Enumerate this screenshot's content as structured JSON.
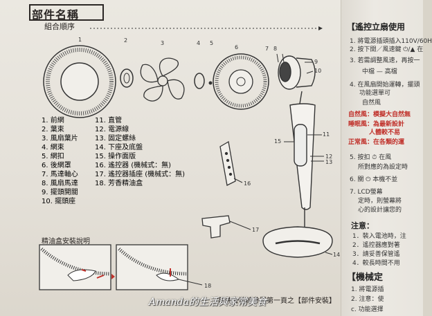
{
  "left": {
    "title": "部件名稱",
    "subtitle": "組合順序",
    "diagram_numbers": [
      "1",
      "2",
      "3",
      "4",
      "5",
      "6",
      "7",
      "8",
      "9",
      "10",
      "11",
      "12",
      "13",
      "14",
      "15",
      "16",
      "17",
      "18"
    ],
    "parts_col1": [
      "1. 前網",
      "2. 葉束",
      "3. 風扇葉片",
      "4. 網束",
      "5. 網扣",
      "6. 後網罩",
      "7. 馬達軸心",
      "8. 風扇馬達",
      "9. 擺頭開關",
      "10. 擺頭座"
    ],
    "parts_col2": [
      "11. 直管",
      "12. 電源線",
      "13. 固定螺絲",
      "14. 下座及底盤",
      "15. 操作面版",
      "16. 遙控器 (機械式：無)",
      "17. 遙控器插座 (機械式：無)",
      "18. 芳香精油盒"
    ],
    "oil_box_caption": "精油盒安裝說明",
    "footer": "部件安裝請參照第一頁之【部件安裝】",
    "watermark": "Amanda的生活與家常美食"
  },
  "right": {
    "title": "【遙控立扇使用",
    "lines": [
      "1. 將電源插頭插入110V/60H",
      "2. 按下開／風速鍵 ⏻/▲ 在",
      "3. 若需調整風速，再按一",
      "中檔 — 高檔",
      "4. 在風扇開始運轉，擺頭",
      "功能選單可",
      "自然風",
      "自然風：模擬大自然無",
      "睡眠風：為最新設計",
      "人體較不易",
      "正常風：在各類的運",
      "5. 按扣 ⏱ 在風",
      "所對應的為設定時",
      "6. 關 ⏻ 本機不並",
      "7. LCD螢幕",
      "定時，則螢幕將",
      "心的設計讓您的"
    ],
    "notes_title": "注意：",
    "notes": [
      "1．裝入電池時，注",
      "2．遙控器應對著",
      "3．請妥善保管遙",
      "4．較長時間不用"
    ],
    "mech_title": "【機械定",
    "mech_lines": [
      "1. 將電源插",
      "2. 注意：使",
      "c. 功能選擇"
    ]
  },
  "colors": {
    "ink": "#2a2624",
    "red": "#c0302a",
    "paper": "#e8e5de"
  }
}
